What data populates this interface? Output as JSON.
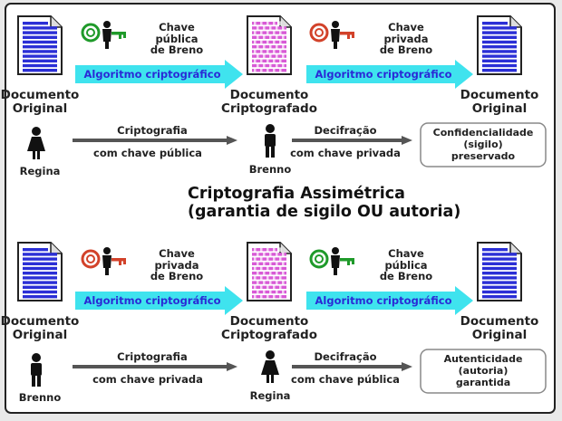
{
  "diagram": {
    "title": [
      "Criptografia Assimétrica",
      "(garantia de sigilo OU autoria)"
    ],
    "colors": {
      "doc_blue": "#2b2fd6",
      "doc_pink": "#d85ad6",
      "arrow_cyan": "#3fe3ee",
      "algo_text": "#2a2ad6",
      "key_green": "#1f9a2a",
      "key_red": "#d2422a",
      "process_arrow": "#555555"
    },
    "sections": [
      {
        "doc_left": [
          "Documento",
          "Original"
        ],
        "doc_middle": [
          "Documento",
          "Criptografado"
        ],
        "doc_right": [
          "Documento",
          "Original"
        ],
        "key1": {
          "icon": "public-key-icon",
          "label": [
            "Chave",
            "pública",
            "de Breno"
          ]
        },
        "key2": {
          "icon": "private-key-icon",
          "label": [
            "Chave",
            "privada",
            "de Breno"
          ]
        },
        "algo1": "Algoritmo criptográfico",
        "algo2": "Algoritmo criptográfico",
        "person1": "Regina",
        "person1_icon": "woman-icon",
        "person2": "Brenno",
        "person2_icon": "man-icon",
        "proc1": [
          "Criptografia",
          "com chave pública"
        ],
        "proc2": [
          "Decifração",
          "com chave privada"
        ],
        "result": [
          "Confidencialidade",
          "(sigilo)",
          "preservado"
        ]
      },
      {
        "doc_left": [
          "Documento",
          "Original"
        ],
        "doc_middle": [
          "Documento",
          "Criptografado"
        ],
        "doc_right": [
          "Documento",
          "Original"
        ],
        "key1": {
          "icon": "private-key-icon",
          "label": [
            "Chave",
            "privada",
            "de Breno"
          ]
        },
        "key2": {
          "icon": "public-key-icon",
          "label": [
            "Chave",
            "pública",
            "de Breno"
          ]
        },
        "algo1": "Algoritmo criptográfico",
        "algo2": "Algoritmo criptográfico",
        "person1": "Brenno",
        "person1_icon": "man-icon",
        "person2": "Regina",
        "person2_icon": "woman-icon",
        "proc1": [
          "Criptografia",
          "com chave privada"
        ],
        "proc2": [
          "Decifração",
          "com chave pública"
        ],
        "result": [
          "Autenticidade",
          "(autoria)",
          "garantida"
        ]
      }
    ]
  }
}
